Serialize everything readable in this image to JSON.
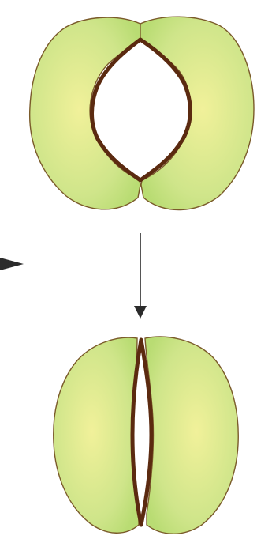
{
  "diagram": {
    "panels": [
      {
        "name": "open-stoma",
        "state": "open"
      },
      {
        "name": "closed-stoma",
        "state": "closed"
      }
    ],
    "colors": {
      "guard_cell_fill_center": "#f1f19a",
      "guard_cell_fill_edge": "#b9dc73",
      "guard_cell_stroke": "#7a5a2a",
      "pore_wall": "#5b2a10",
      "arrow": "#2b2b2b",
      "background": "#ffffff"
    }
  }
}
